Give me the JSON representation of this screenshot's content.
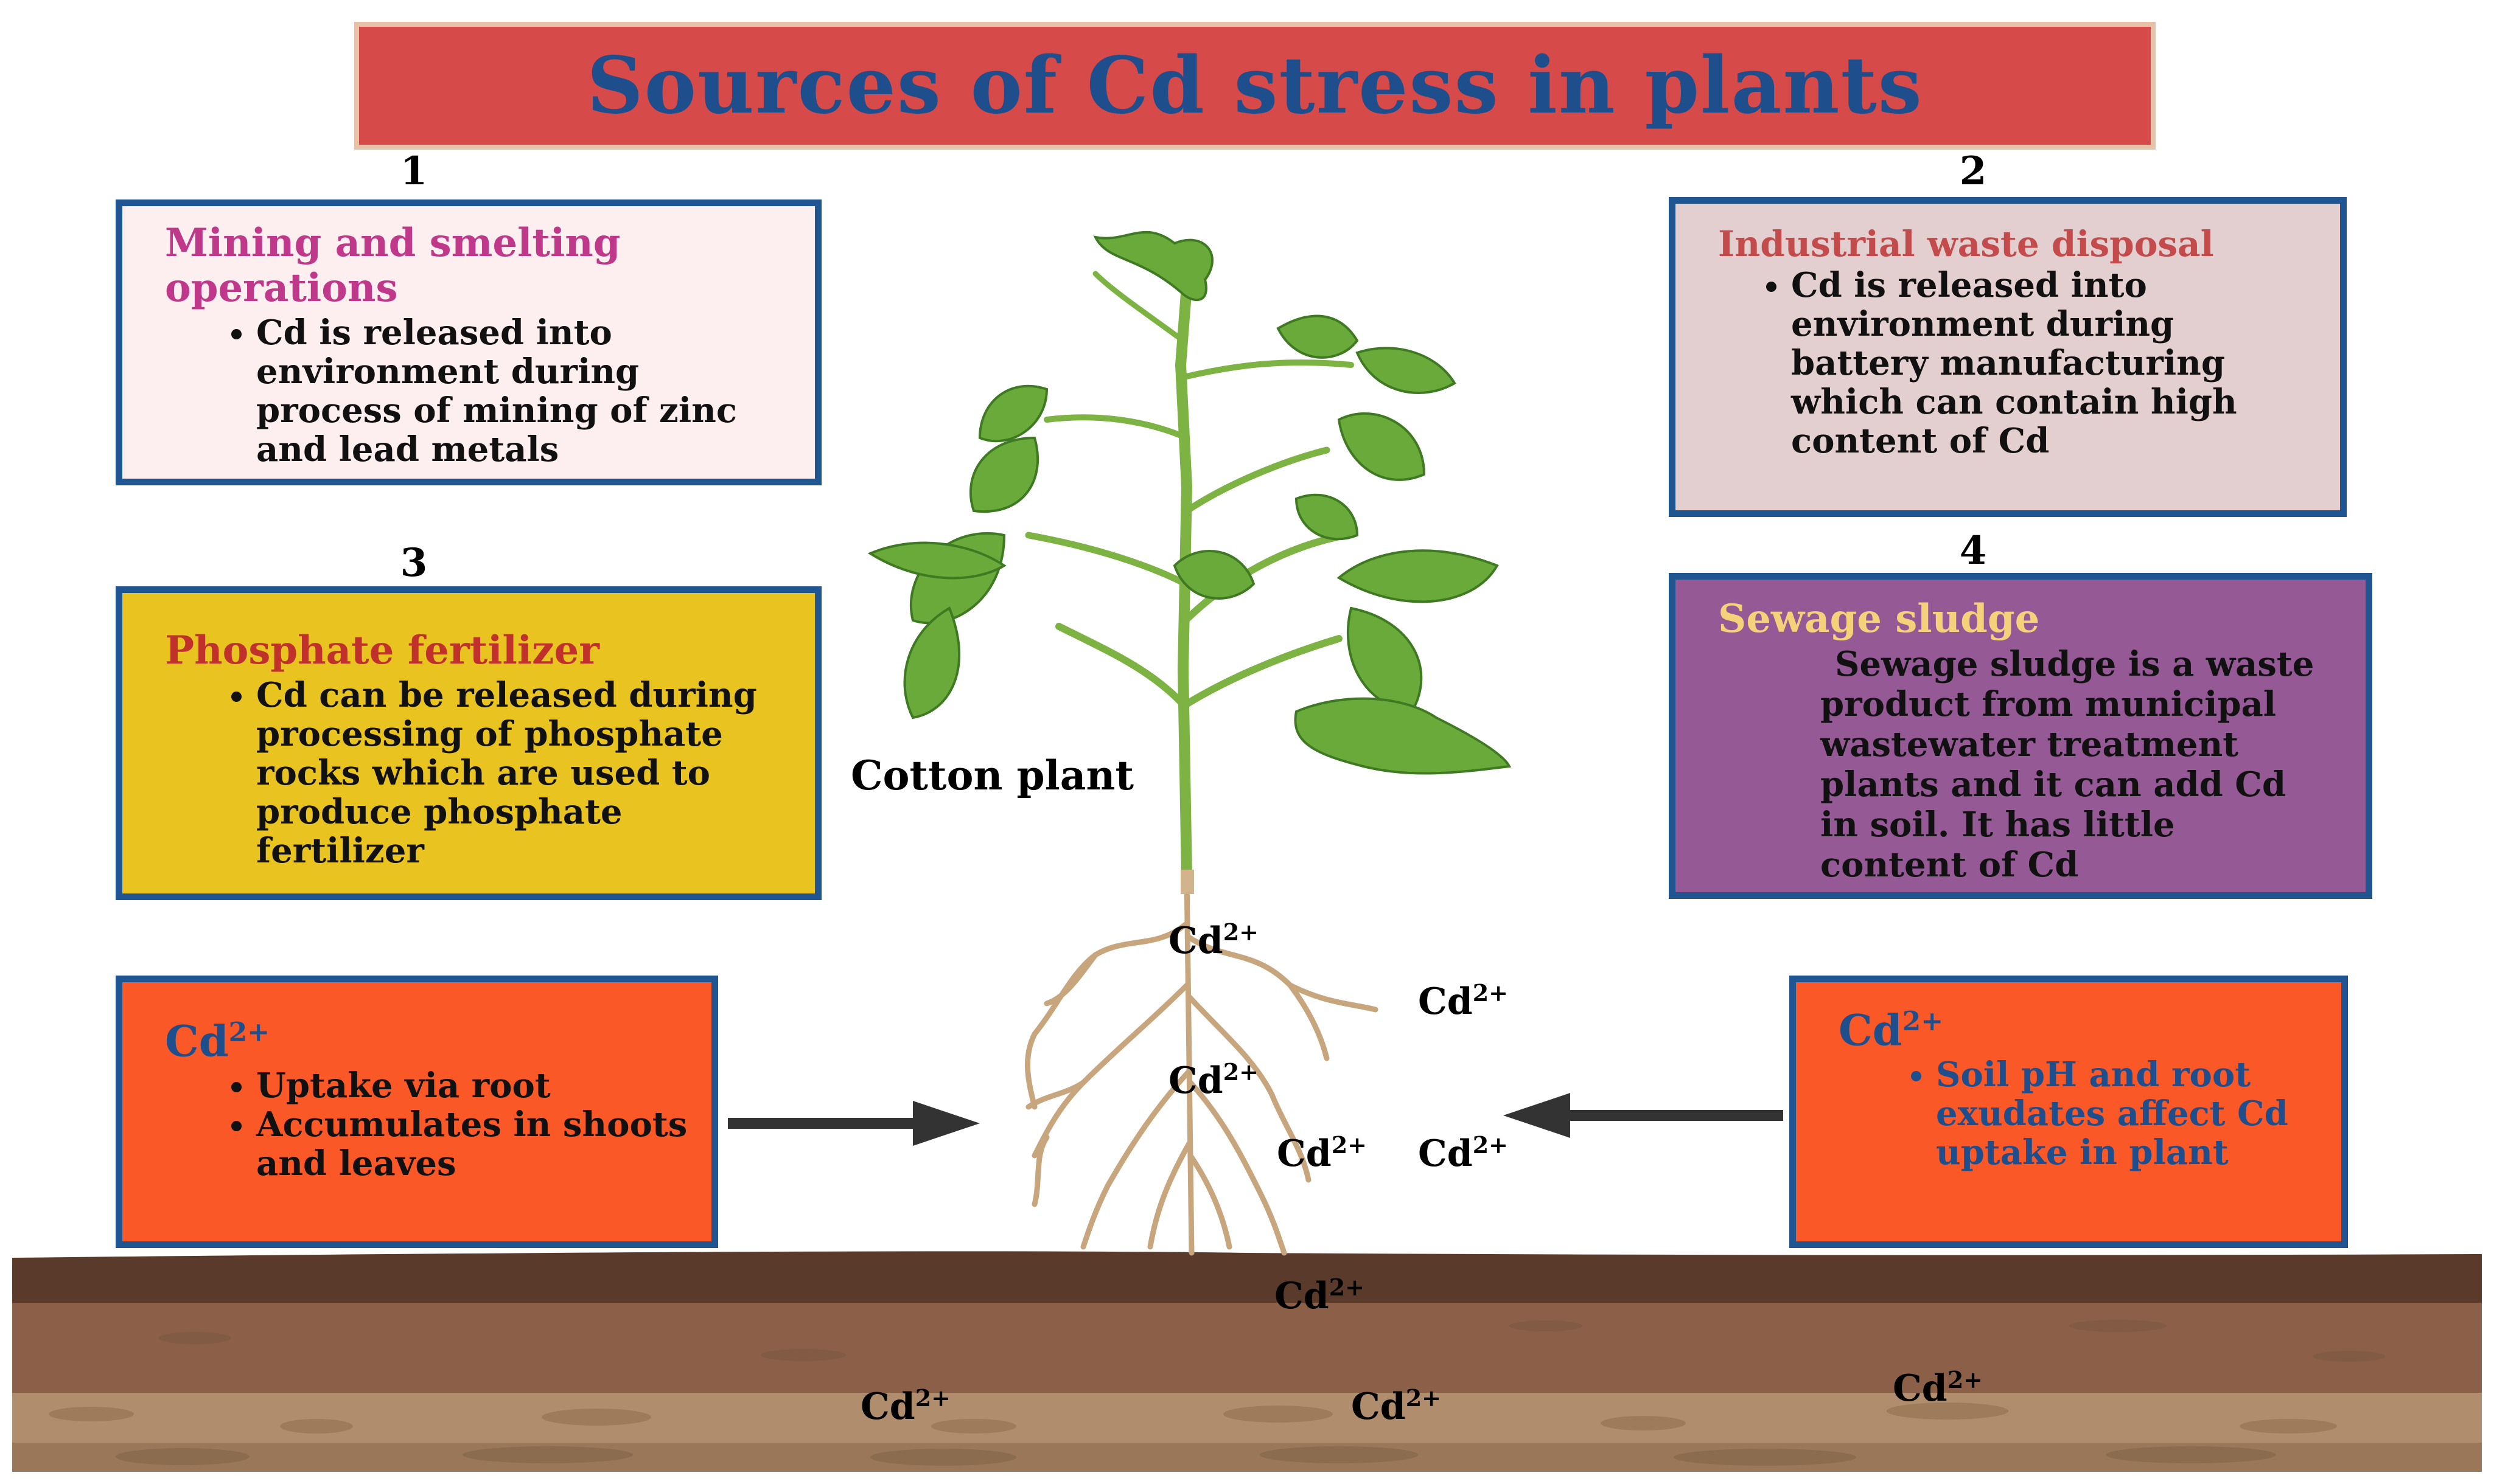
{
  "title": "Sources of Cd stress  in plants",
  "numbers": [
    "1",
    "2",
    "3",
    "4"
  ],
  "box1": {
    "heading": "Mining and smelting operations",
    "bullets": [
      "Cd is released into environment during process of mining of zinc and lead metals"
    ]
  },
  "box2": {
    "heading": "Industrial waste disposal",
    "bullets": [
      "Cd is released into environment during  battery manufacturing which can contain high content  of Cd"
    ]
  },
  "box3": {
    "heading": "Phosphate fertilizer",
    "bullets": [
      "Cd can be released during processing of phosphate rocks which are used to produce phosphate fertilizer"
    ]
  },
  "box4": {
    "heading": "Sewage sludge",
    "text": "Sewage sludge is a waste product from municipal wastewater treatment plants and it can add Cd in soil. It has little content of Cd"
  },
  "box5": {
    "heading_base": "Cd",
    "heading_sup": "2+",
    "bullets": [
      "Uptake via root",
      "Accumulates in shoots and leaves"
    ]
  },
  "box6": {
    "heading_base": "Cd",
    "heading_sup": "2+",
    "bullets": [
      "Soil pH and root exudates affect Cd uptake in plant"
    ]
  },
  "plant_label": "Cotton plant",
  "cd_ion": {
    "base": "Cd",
    "sup": "2+"
  },
  "colors": {
    "title_bg": "#d64a4a",
    "title_text": "#1f4e8c",
    "box_border": "#1f5590",
    "box1_bg": "#fdeef0",
    "box1_heading": "#c0388a",
    "box2_bg": "#e3cfcf",
    "box2_heading": "#c44b4b",
    "box3_bg": "#e9c31f",
    "box3_heading": "#c0312b",
    "box4_bg": "#955a96",
    "box4_heading": "#f3d27a",
    "box56_bg": "#fb5827",
    "cd_heading": "#1f4e8c",
    "soil_top": "#5a3a2b",
    "soil_mid": "#8c6048",
    "soil_bottom": "#b08d6c",
    "stem": "#7cb342",
    "root": "#d2b48c",
    "leaf": "#6aaa3a"
  }
}
